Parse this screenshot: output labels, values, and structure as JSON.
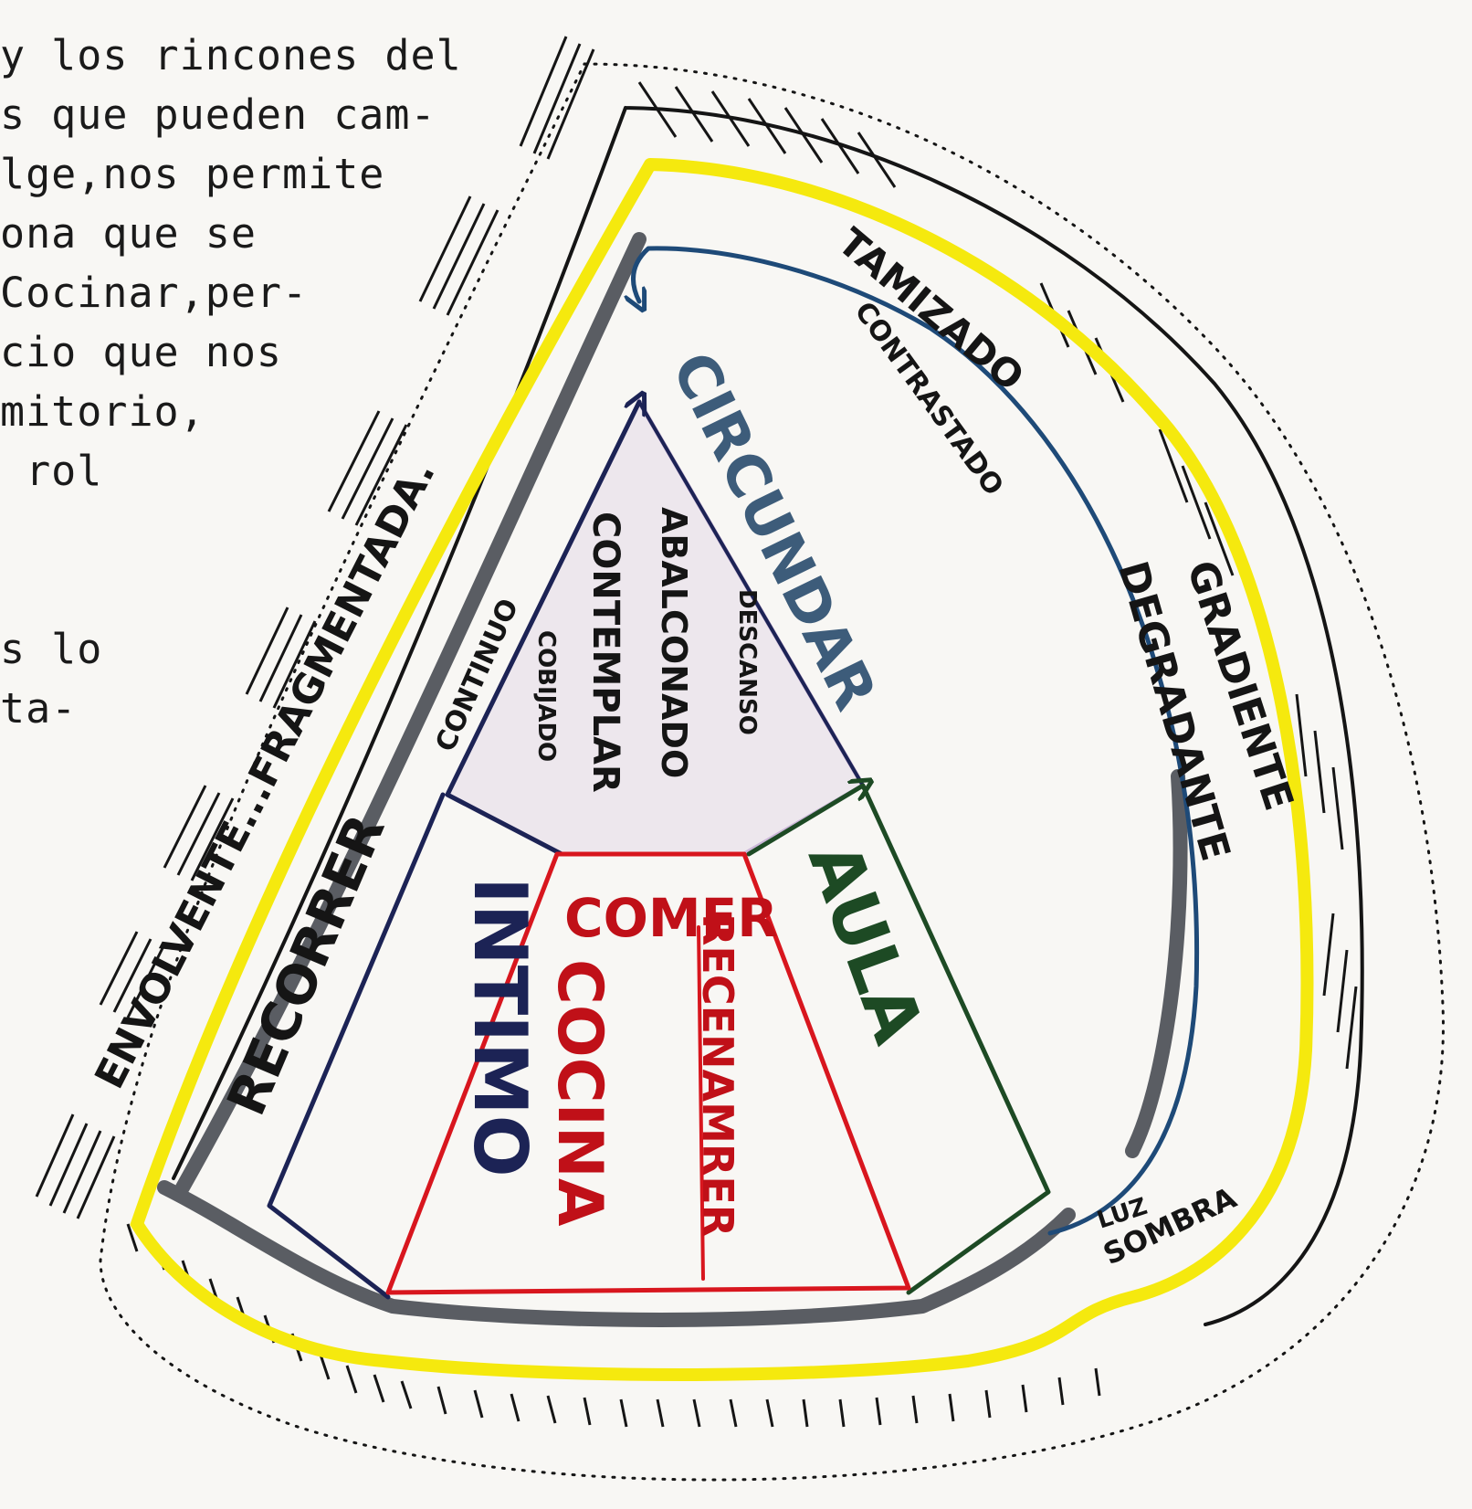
{
  "text_lines": [
    "y los rincones del",
    "s que pueden cam-",
    "lge,nos permite",
    "ona que se",
    "Cocinar,per-",
    "cio que nos",
    "mitorio,",
    " rol",
    "",
    "",
    "s lo",
    "ta-",
    ""
  ],
  "labels": {
    "envolvente": "ENVOLVENTE...FRAGMENTADA.",
    "tamizado": "TAMIZADO",
    "contrastado": "CONTRASTADO",
    "gradiente": "GRADIENTE",
    "degradante": "DEGRADANTE",
    "circundar": "CIRCUNDAR",
    "recorrer": "RECORRER",
    "continuo": "CONTINUO",
    "cobijado": "COBIJADO",
    "contemplar": "CONTEMPLAR",
    "abalconado": "ABALCONADO",
    "descanso": "DESCANSO",
    "intimo": "INTIMO",
    "comer": "COMER",
    "cocina": "COCINA",
    "recenamrer": "RECENAMRER",
    "aula": "AULA",
    "sombra": "SOMBRA",
    "luz": "LUZ"
  },
  "colors": {
    "paper": "#f8f7f4",
    "ink": "#151515",
    "yellow": "#f5e90e",
    "gray": "#5a5d63",
    "blue": "#1e4a78",
    "navy": "#1c2355",
    "red": "#d8161e",
    "green": "#1d4a24",
    "lavender": "#cbb6d8",
    "circundar_text": "#3d5c7a"
  }
}
